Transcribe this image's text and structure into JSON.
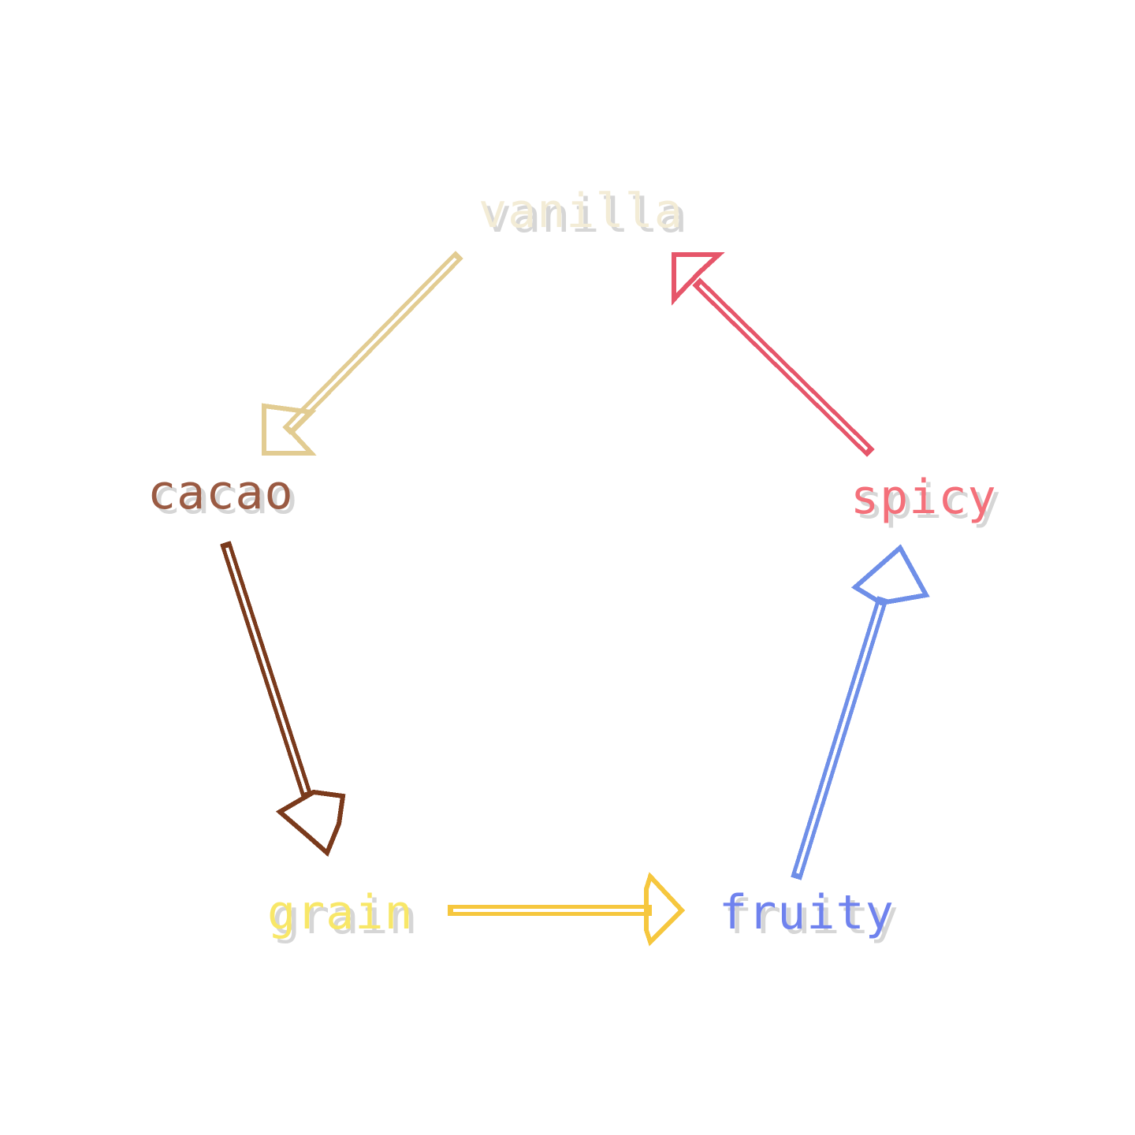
{
  "diagram": {
    "nodes": [
      {
        "id": "vanilla",
        "label": "vanilla",
        "color": "#f3ecd6"
      },
      {
        "id": "spicy",
        "label": "spicy",
        "color": "#f4707a"
      },
      {
        "id": "fruity",
        "label": "fruity",
        "color": "#6f82ee"
      },
      {
        "id": "grain",
        "label": "grain",
        "color": "#f8e768"
      },
      {
        "id": "cacao",
        "label": "cacao",
        "color": "#9a5a42"
      }
    ],
    "edges": [
      {
        "from": "vanilla",
        "to": "cacao",
        "color": "#e2cc92"
      },
      {
        "from": "cacao",
        "to": "grain",
        "color": "#7a3a1c"
      },
      {
        "from": "grain",
        "to": "fruity",
        "color": "#f6c73e"
      },
      {
        "from": "fruity",
        "to": "spicy",
        "color": "#6f8fe8"
      },
      {
        "from": "spicy",
        "to": "vanilla",
        "color": "#e6566a"
      }
    ]
  }
}
